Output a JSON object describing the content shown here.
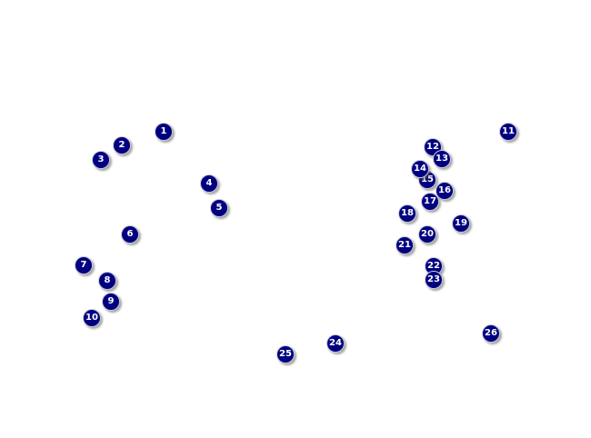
{
  "marker_color": "#000080",
  "marker_text_color": "#ffffff",
  "markers": [
    {
      "label": "1"
    },
    {
      "label": "2"
    },
    {
      "label": "3"
    },
    {
      "label": "4"
    },
    {
      "label": "5"
    },
    {
      "label": "6"
    },
    {
      "label": "7"
    },
    {
      "label": "8"
    },
    {
      "label": "9"
    },
    {
      "label": "10"
    },
    {
      "label": "11"
    },
    {
      "label": "12"
    },
    {
      "label": "13"
    },
    {
      "label": "14"
    },
    {
      "label": "15"
    },
    {
      "label": "16"
    },
    {
      "label": "17"
    },
    {
      "label": "18"
    },
    {
      "label": "19"
    },
    {
      "label": "20"
    },
    {
      "label": "21"
    },
    {
      "label": "22"
    },
    {
      "label": "23"
    },
    {
      "label": "24"
    },
    {
      "label": "25"
    },
    {
      "label": "26"
    }
  ]
}
